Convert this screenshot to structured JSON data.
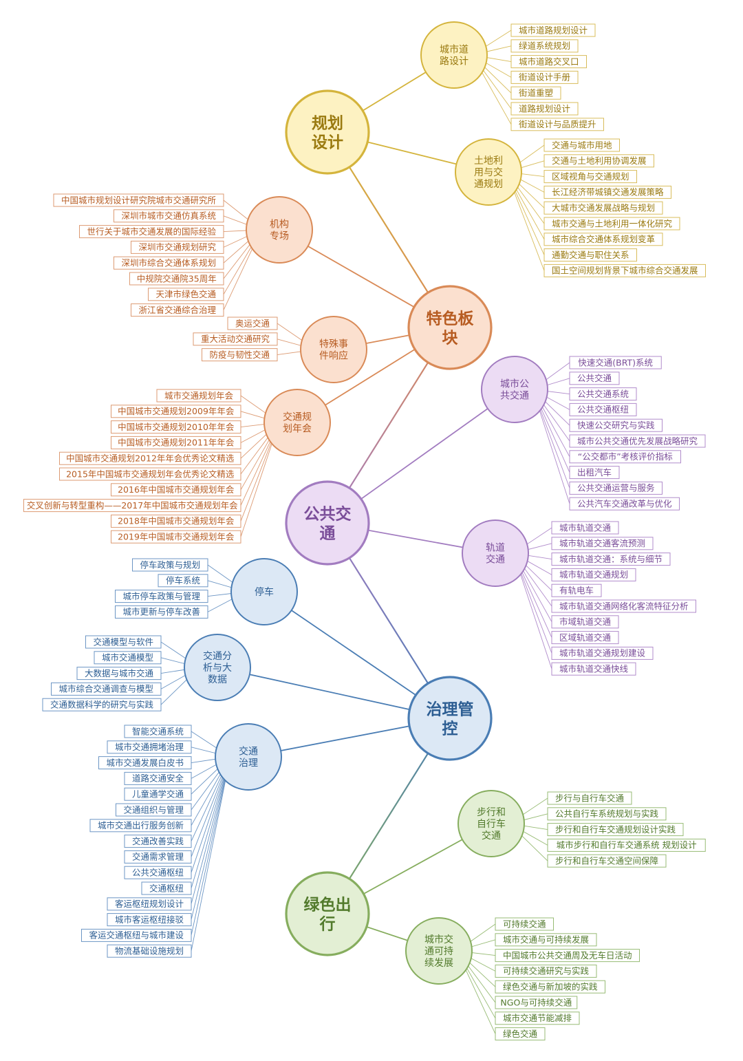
{
  "colors": {
    "yellow": {
      "stroke": "#d4b43c",
      "fill": "#fdf2c2",
      "text": "#9a7a10",
      "line": "#d8bc5a"
    },
    "orange": {
      "stroke": "#d98a57",
      "fill": "#fbe0cf",
      "text": "#b75c22",
      "line": "#dc9a72"
    },
    "purple": {
      "stroke": "#a27cc0",
      "fill": "#ecdcf4",
      "text": "#7a4d99",
      "line": "#b08bcb"
    },
    "blue": {
      "stroke": "#4a7db4",
      "fill": "#dce8f5",
      "text": "#2d5e93",
      "line": "#6b95c4"
    },
    "green": {
      "stroke": "#86ad5e",
      "fill": "#e3efd4",
      "text": "#527a2c",
      "line": "#97bb74"
    }
  },
  "main_nodes": [
    {
      "id": "guihua",
      "label": "规划设计",
      "color": "yellow"
    },
    {
      "id": "tese",
      "label": "特色板块",
      "color": "orange"
    },
    {
      "id": "gonggong",
      "label": "公共交通",
      "color": "purple"
    },
    {
      "id": "zhili",
      "label": "治理管控",
      "color": "blue"
    },
    {
      "id": "lvse",
      "label": "绿色出行",
      "color": "green"
    }
  ],
  "sub_nodes": [
    {
      "id": "daolu",
      "parent": "guihua",
      "label": "城市道路设计",
      "color": "yellow",
      "side": "right",
      "leaves": [
        "城市道路规划设计",
        "绿道系统规划",
        "城市道路交叉口",
        "街道设计手册",
        "街道重塑",
        "道路规划设计",
        "街道设计与品质提升"
      ]
    },
    {
      "id": "tudi",
      "parent": "guihua",
      "label": "土地利用与交通规划",
      "color": "yellow",
      "side": "right",
      "leaves": [
        "交通与城市用地",
        "交通与土地利用协调发展",
        "区域视角与交通规划",
        "长江经济带城镇交通发展策略",
        "大城市交通发展战略与规划",
        "城市交通与土地利用一体化研究",
        "城市综合交通体系规划变革",
        "通勤交通与职住关系",
        "国土空间规划背景下城市综合交通发展"
      ]
    },
    {
      "id": "jigou",
      "parent": "tese",
      "label": "机构专场",
      "color": "orange",
      "side": "left",
      "leaves": [
        "中国城市规划设计研究院城市交通研究所",
        "深圳市城市交通仿真系统",
        "世行关于城市交通发展的国际经验",
        "深圳市交通规划研究",
        "深圳市综合交通体系规划",
        "中规院交通院35周年",
        "天津市绿色交通",
        "浙江省交通综合治理"
      ]
    },
    {
      "id": "teshu",
      "parent": "tese",
      "label": "特殊事件响应",
      "color": "orange",
      "side": "left",
      "leaves": [
        "奥运交通",
        "重大活动交通研究",
        "防疫与韧性交通"
      ]
    },
    {
      "id": "nianhui",
      "parent": "tese",
      "label": "交通规划年会",
      "color": "orange",
      "side": "left",
      "leaves": [
        "城市交通规划年会",
        "中国城市交通规划2009年年会",
        "中国城市交通规划2010年年会",
        "中国城市交通规划2011年年会",
        "中国城市交通规划2012年年会优秀论文精选",
        "2015年中国城市交通规划年会优秀论文精选",
        "2016年中国城市交通规划年会",
        "交叉创新与转型重构——2017年中国城市交通规划年会",
        "2018年中国城市交通规划年会",
        "2019年中国城市交通规划年会"
      ]
    },
    {
      "id": "gongjiao",
      "parent": "gonggong",
      "label": "城市公共交通",
      "color": "purple",
      "side": "right",
      "leaves": [
        "快速交通(BRT)系统",
        "公共交通",
        "公共交通系统",
        "公共交通枢纽",
        "快速公交研究与实践",
        "城市公共交通优先发展战略研究",
        "“公交都市”考核评价指标",
        "出租汽车",
        "公共交通运营与服务",
        "公共汽车交通改革与优化"
      ]
    },
    {
      "id": "guidao",
      "parent": "gonggong",
      "label": "轨道交通",
      "color": "purple",
      "side": "right",
      "leaves": [
        "城市轨道交通",
        "城市轨道交通客流预测",
        "城市轨道交通：系统与细节",
        "城市轨道交通规划",
        "有轨电车",
        "城市轨道交通网络化客流特征分析",
        "市域轨道交通",
        "区域轨道交通",
        "城市轨道交通规划建设",
        "城市轨道交通快线"
      ]
    },
    {
      "id": "tingche",
      "parent": "zhili",
      "label": "停车",
      "color": "blue",
      "side": "left",
      "leaves": [
        "停车政策与规划",
        "停车系统",
        "城市停车政策与管理",
        "城市更新与停车改善"
      ]
    },
    {
      "id": "fenxi",
      "parent": "zhili",
      "label": "交通分析与大数据",
      "color": "blue",
      "side": "left",
      "leaves": [
        "交通模型与软件",
        "城市交通模型",
        "大数据与城市交通",
        "城市综合交通调查与模型",
        "交通数据科学的研究与实践"
      ]
    },
    {
      "id": "zhiliSub",
      "parent": "zhili",
      "label": "交通治理",
      "color": "blue",
      "side": "left",
      "leaves": [
        "智能交通系统",
        "城市交通拥堵治理",
        "城市交通发展白皮书",
        "道路交通安全",
        "儿童通学交通",
        "交通组织与管理",
        "城市交通出行服务创新",
        "交通改善实践",
        "交通需求管理",
        "公共交通枢纽",
        "交通枢纽",
        "客运枢纽规划设计",
        "城市客运枢纽接驳",
        "客运交通枢纽与城市建设",
        "物流基础设施规划"
      ]
    },
    {
      "id": "buxing",
      "parent": "lvse",
      "label": "步行和自行车交通",
      "color": "green",
      "side": "right",
      "leaves": [
        "步行与自行车交通",
        "公共自行车系统规划与实践",
        "步行和自行车交通规划设计实践",
        "城市步行和自行车交通系统 规划设计",
        "步行和自行车交通空间保障"
      ]
    },
    {
      "id": "kechixu",
      "parent": "lvse",
      "label": "城市交通可持续发展",
      "color": "green",
      "side": "right",
      "leaves": [
        "可持续交通",
        "城市交通与可持续发展",
        "中国城市公共交通周及无车日活动",
        "可持续交通研究与实践",
        "绿色交通与新加坡的实践",
        "NGO与可持续交通",
        "城市交通节能减排",
        "绿色交通"
      ]
    }
  ]
}
